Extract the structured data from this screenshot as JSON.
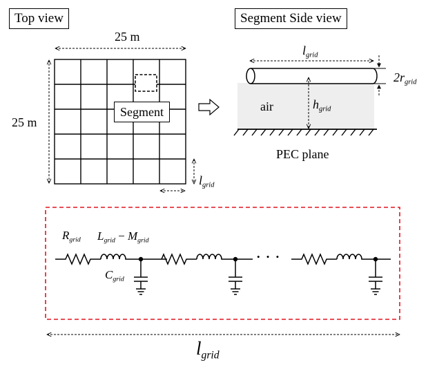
{
  "top_view": {
    "title": "Top view",
    "width_label": "25 m",
    "height_label": "25 m",
    "segment_label": "Segment"
  },
  "side_view": {
    "title": "Segment Side view",
    "air_label": "air",
    "plane_label": "PEC plane"
  },
  "symbols": {
    "l": "l",
    "h": "h",
    "r_prefix": "2r",
    "grid_sub": "grid",
    "R": "R",
    "L": "L",
    "M": "M",
    "C": "C",
    "minus": "−",
    "ellipsis": "• • •"
  },
  "colors": {
    "ink": "#000000",
    "air_fill": "#eeeeee",
    "highlight_box": "#e0141e"
  }
}
